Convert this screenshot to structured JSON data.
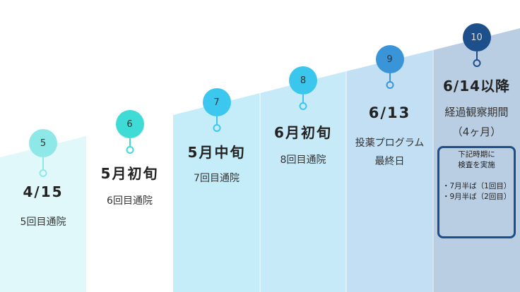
{
  "steps": [
    {
      "num": "5",
      "title": "4/15",
      "sub": [
        "5回目通院"
      ],
      "bg": "#e0f8f9",
      "circle": "#8ee8e8",
      "ring": "#8ee8e8"
    },
    {
      "num": "6",
      "title": "5月初旬",
      "sub": [
        "6回目通院"
      ],
      "bg": "#ffffff",
      "circle": "#3fdcd6",
      "ring": "#3fdcd6"
    },
    {
      "num": "7",
      "title": "5月中旬",
      "sub": [
        "7回目通院"
      ],
      "bg": "#c5edf9",
      "circle": "#3cc8ee",
      "ring": "#3cc8ee"
    },
    {
      "num": "8",
      "title": "6月初旬",
      "sub": [
        "8回目通院"
      ],
      "bg": "#c7eaf8",
      "circle": "#3bc6ee",
      "ring": "#3bc6ee"
    },
    {
      "num": "9",
      "title": "6/13",
      "sub": [
        "投薬プログラム",
        "最終日"
      ],
      "bg": "#c2dff3",
      "circle": "#3a95d8",
      "ring": "#3a95d8"
    },
    {
      "num": "10",
      "title": "6/14以降",
      "sub": [
        "経過観察期間",
        "（4ヶ月）"
      ],
      "bg": "#b9cee2",
      "circle": "#1d4f8a",
      "ring": "#1d4f8a"
    }
  ],
  "note": {
    "head": [
      "下記時期に",
      "検査を実施"
    ],
    "items": [
      "・7月半ば（1回目）",
      "・9月半ば（2回目）"
    ]
  }
}
